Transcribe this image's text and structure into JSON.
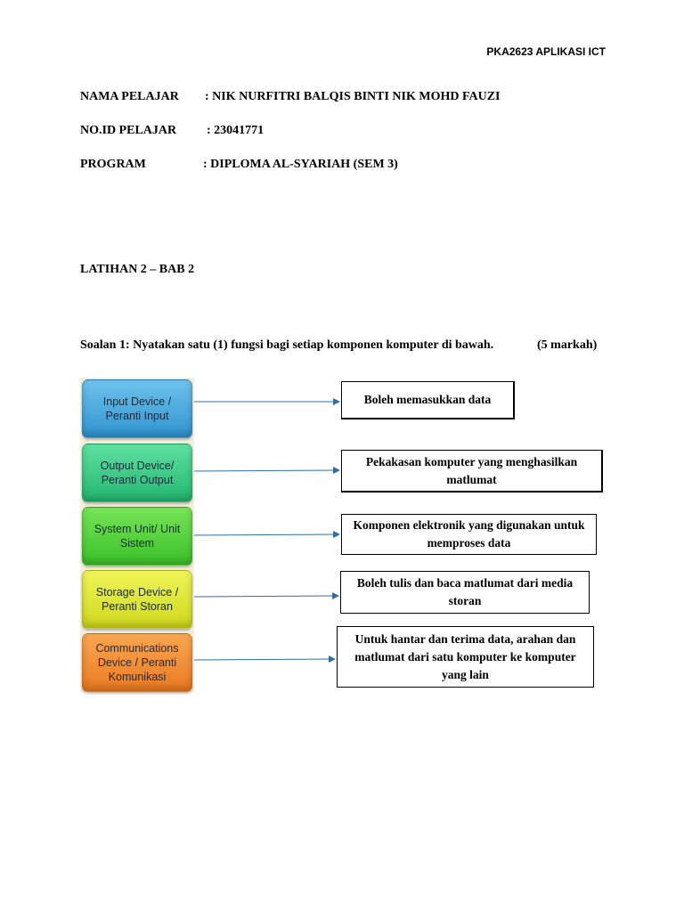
{
  "header": {
    "course_code": "PKA2623 APLIKASI ICT"
  },
  "student": {
    "name_label": "NAMA PELAJAR",
    "name_value": ": NIK NURFITRI BALQIS BINTI NIK MOHD FAUZI",
    "id_label": "NO.ID PELAJAR",
    "id_value": ": 23041771",
    "program_label": "PROGRAM",
    "program_value": ": DIPLOMA AL-SYARIAH (SEM 3)"
  },
  "section_title": "LATIHAN 2 – BAB 2",
  "question": {
    "text": "Soalan 1: Nyatakan satu (1) fungsi bagi setiap komponen komputer di bawah.",
    "marks": "(5 markah)"
  },
  "components": [
    {
      "label": "Input Device / Peranti Input",
      "color": "#3ba7dd",
      "function": "Boleh memasukkan data"
    },
    {
      "label": "Output Device/ Peranti Output",
      "color": "#2fc77f",
      "function": "Pekakasan komputer yang menghasilkan matlumat"
    },
    {
      "label": "System Unit/ Unit Sistem",
      "color": "#4fcf37",
      "function": "Komponen elektronik yang digunakan untuk memproses data"
    },
    {
      "label": "Storage Device / Peranti Storan",
      "color": "#dfe532",
      "function": "Boleh tulis dan baca matlumat dari media storan"
    },
    {
      "label": "Communications Device / Peranti Komunikasi",
      "color": "#f28c35",
      "function": "Untuk hantar dan terima data, arahan dan matlumat dari satu komputer ke komputer yang lain"
    }
  ],
  "colors": {
    "arrow": "#2f6fa5"
  }
}
